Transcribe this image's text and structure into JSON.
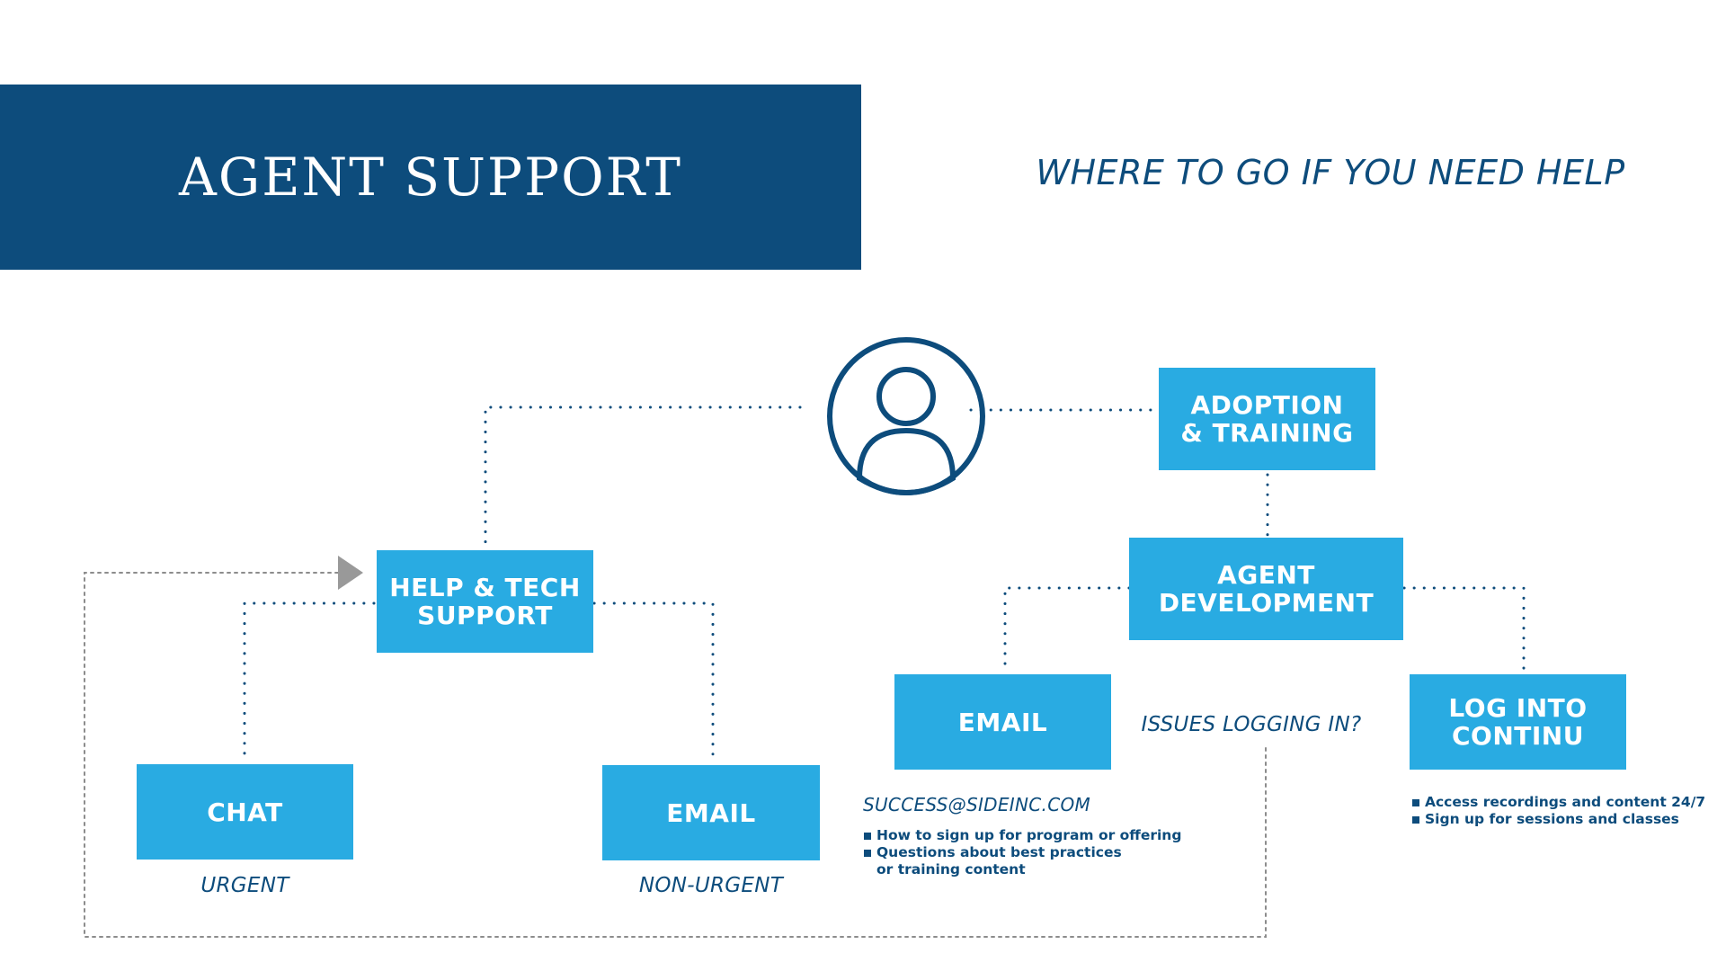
{
  "header": {
    "title": "AGENT SUPPORT",
    "subtitle": "WHERE TO GO IF YOU NEED HELP"
  },
  "nodes": {
    "help_tech_support": "HELP & TECH\nSUPPORT",
    "chat": "CHAT",
    "email_left": "EMAIL",
    "adoption_training": "ADOPTION\n& TRAINING",
    "agent_development": "AGENT\nDEVELOPMENT",
    "email_right": "EMAIL",
    "log_into_continu": "LOG INTO\nCONTINU"
  },
  "labels": {
    "urgent": "URGENT",
    "non_urgent": "NON-URGENT",
    "issues_logging_in": "ISSUES LOGGING IN?",
    "success_email": "SUCCESS@SIDEINC.COM"
  },
  "email_bullets": [
    "How to sign up for program or offering",
    "Questions about best practices\nor training content"
  ],
  "continu_bullets": [
    "Access recordings and content 24/7",
    "Sign up for sessions and classes"
  ],
  "icons": {
    "person": "user-circle-icon",
    "arrow": "play-triangle-icon",
    "bullet": "square-bullet-icon"
  },
  "colors": {
    "navy": "#0d4c7c",
    "sky_blue": "#29abe2",
    "gray_dashed": "#8c8c8c",
    "arrow_gray": "#999999"
  }
}
